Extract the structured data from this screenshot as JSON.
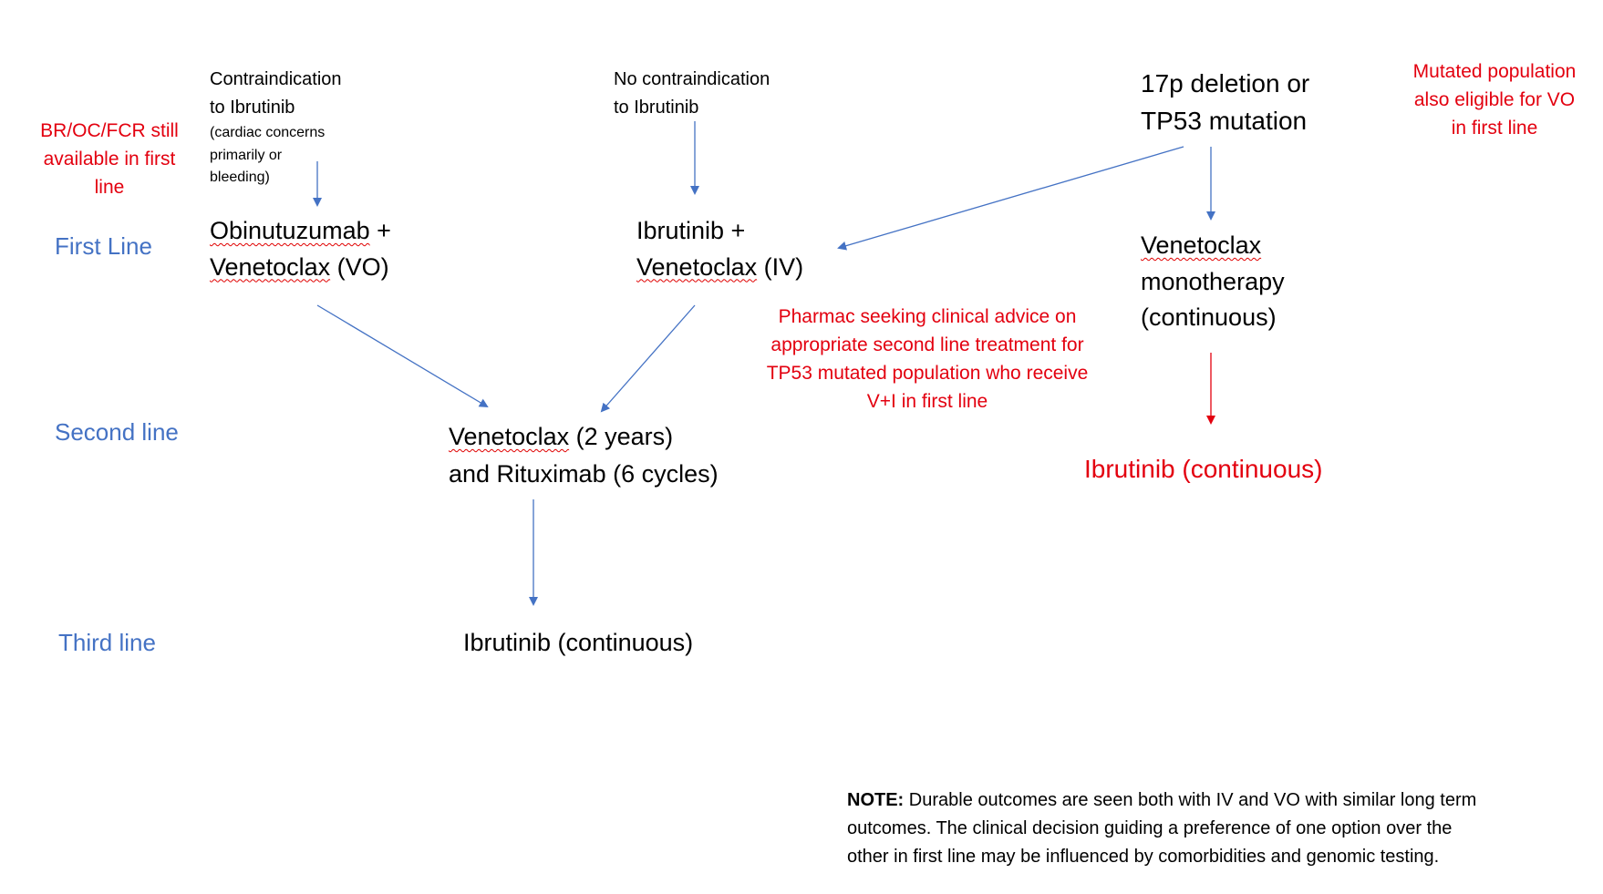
{
  "line_labels": {
    "first": "First Line",
    "second": "Second line",
    "third": "Third line"
  },
  "side_notes": {
    "left": [
      "BR/OC/FCR still",
      "available in first",
      "line"
    ],
    "right": [
      "Mutated population",
      "also eligible for VO",
      "in first line"
    ]
  },
  "conditions": {
    "contraindication": {
      "lines": [
        "Contraindication",
        "to Ibrutinib"
      ],
      "detail": [
        "(cardiac concerns",
        "primarily or",
        "bleeding)"
      ]
    },
    "no_contraindication": {
      "lines": [
        "No contraindication",
        "to Ibrutinib"
      ]
    },
    "tp53": {
      "lines": [
        "17p deletion or",
        "TP53 mutation"
      ]
    }
  },
  "first_line": {
    "vo": {
      "word1": "Obinutuzumab",
      "rest1": " +",
      "word2": "Venetoclax",
      "rest2": " (VO)"
    },
    "iv": {
      "line1": "Ibrutinib +",
      "word2": "Venetoclax",
      "rest2": " (IV)"
    },
    "mono": {
      "word1": "Venetoclax",
      "line2": "monotherapy",
      "line3": "(continuous)"
    }
  },
  "pharmac_note": [
    "Pharmac seeking clinical advice on",
    "appropriate second line treatment for",
    "TP53 mutated population who receive",
    "V+I in first line"
  ],
  "second_line": {
    "vr": {
      "word1": "Venetoclax",
      "rest1": " (2 years)",
      "line2": "and Rituximab (6 cycles)"
    },
    "tp53_ibrutinib": "Ibrutinib (continuous)"
  },
  "third_line": {
    "ibrutinib": "Ibrutinib (continuous)"
  },
  "note": {
    "label": "NOTE:",
    "line1": " Durable outcomes are seen both with IV and VO with similar long term",
    "line2": "outcomes. The clinical decision guiding a preference of one option over the",
    "line3": "other in first line may be influenced by comorbidities and genomic testing."
  },
  "colors": {
    "blue": "#4472c4",
    "red": "#e3000f"
  }
}
